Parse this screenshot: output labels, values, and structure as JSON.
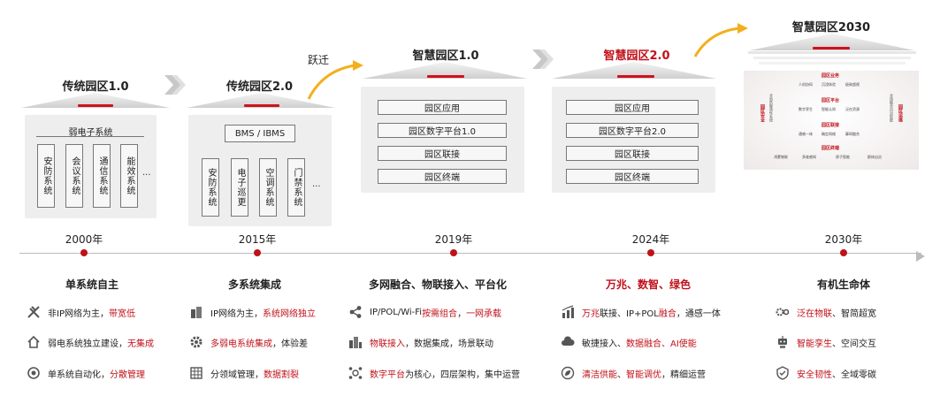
{
  "stages": [
    {
      "title": "传统园区1.0",
      "year": "2000年",
      "red": false
    },
    {
      "title": "传统园区2.0",
      "year": "2015年",
      "red": false
    },
    {
      "title": "智慧园区1.0",
      "year": "2019年",
      "red": false
    },
    {
      "title": "智慧园区2.0",
      "year": "2024年",
      "red": true
    },
    {
      "title": "智慧园区2030",
      "year": "2030年",
      "red": false
    }
  ],
  "leap_label": "跃迁",
  "panel1": {
    "heading": "弱电子系统",
    "systems": [
      "安防系统",
      "会议系统",
      "通信系统",
      "能效系统"
    ],
    "ellipsis": "..."
  },
  "panel2": {
    "heading": "BMS / IBMS",
    "systems": [
      "安防系统",
      "电子巡更",
      "空调系统",
      "门禁系统"
    ],
    "ellipsis": "..."
  },
  "panel3": {
    "layers": [
      "园区应用",
      "园区数字平台1.0",
      "园区联接",
      "园区终端"
    ]
  },
  "panel4": {
    "layers": [
      "园区应用",
      "园区数字平台2.0",
      "园区联接",
      "园区终端"
    ]
  },
  "panel5": {
    "layers": [
      {
        "title": "园区业务",
        "items": [
          "人机协同",
          "沉浸体验",
          "极致超视"
        ]
      },
      {
        "title": "园区平台",
        "items": [
          "数字孪生",
          "智能认知",
          "泛在资源"
        ]
      },
      {
        "title": "园区联接",
        "items": [
          "通感一体",
          "确定网络",
          "算网融合"
        ]
      },
      {
        "title": "园区终端",
        "items": [
          "鸿蒙物联",
          "多维感知",
          "原子智能",
          "群体自治"
        ]
      }
    ],
    "left_title": "园区安全",
    "left_sub": "全局防御韧性系统",
    "right_title": "园区运维",
    "right_sub": "全栈融合自治智能"
  },
  "features": [
    {
      "title": "单系统自主",
      "red": false,
      "rows": [
        {
          "icon": "tools-icon",
          "parts": [
            {
              "t": "非IP网络为主，",
              "red": false
            },
            {
              "t": "带宽低",
              "red": true
            }
          ]
        },
        {
          "icon": "home-icon",
          "parts": [
            {
              "t": "弱电系统独立建设，",
              "red": false
            },
            {
              "t": "无集成",
              "red": true
            }
          ]
        },
        {
          "icon": "automation-icon",
          "parts": [
            {
              "t": "单系统自动化，",
              "red": false
            },
            {
              "t": "分散管理",
              "red": true
            }
          ]
        }
      ]
    },
    {
      "title": "多系统集成",
      "red": false,
      "rows": [
        {
          "icon": "building-icon",
          "parts": [
            {
              "t": "IP网络为主，",
              "red": false
            },
            {
              "t": "系统网络独立",
              "red": true
            }
          ]
        },
        {
          "icon": "gear-icon",
          "parts": [
            {
              "t": "多弱电系统集成",
              "red": true
            },
            {
              "t": "，体验差",
              "red": false
            }
          ]
        },
        {
          "icon": "grid-icon",
          "parts": [
            {
              "t": "分领域管理，",
              "red": false
            },
            {
              "t": "数据割裂",
              "red": true
            }
          ]
        }
      ]
    },
    {
      "title": "多网融合、物联接入、平台化",
      "red": false,
      "rows": [
        {
          "icon": "share-icon",
          "parts": [
            {
              "t": "IP/POL/Wi-Fi",
              "red": false
            },
            {
              "t": "按需组合",
              "red": true
            },
            {
              "t": "，",
              "red": false
            },
            {
              "t": "一网承载",
              "red": true
            }
          ]
        },
        {
          "icon": "city-icon",
          "parts": [
            {
              "t": "物联接入",
              "red": true
            },
            {
              "t": "，数据集成，场景联动",
              "red": false
            }
          ]
        },
        {
          "icon": "network-icon",
          "parts": [
            {
              "t": "数字平台",
              "red": true
            },
            {
              "t": "为核心，四层架构，集中运营",
              "red": false
            }
          ]
        }
      ]
    },
    {
      "title": "万兆、数智、绿色",
      "red": true,
      "rows": [
        {
          "icon": "bar-chart-icon",
          "parts": [
            {
              "t": "万兆",
              "red": true
            },
            {
              "t": "联接、IP+POL",
              "red": false
            },
            {
              "t": "融合",
              "red": true
            },
            {
              "t": "，通感一体",
              "red": false
            }
          ]
        },
        {
          "icon": "cloud-icon",
          "parts": [
            {
              "t": "敏捷接入、",
              "red": false
            },
            {
              "t": "数据融合、AI使能",
              "red": true
            }
          ]
        },
        {
          "icon": "leaf-icon",
          "parts": [
            {
              "t": "清洁供能",
              "red": true
            },
            {
              "t": "、",
              "red": false
            },
            {
              "t": "智能调优",
              "red": true
            },
            {
              "t": "，精细运营",
              "red": false
            }
          ]
        }
      ]
    },
    {
      "title": "有机生命体",
      "red": false,
      "rows": [
        {
          "icon": "gears-icon",
          "parts": [
            {
              "t": "泛在物联",
              "red": true
            },
            {
              "t": "、智简超宽",
              "red": false
            }
          ]
        },
        {
          "icon": "robot-icon",
          "parts": [
            {
              "t": "智能孪生",
              "red": true
            },
            {
              "t": "、空间交互",
              "red": false
            }
          ]
        },
        {
          "icon": "shield-icon",
          "parts": [
            {
              "t": "安全韧性",
              "red": true
            },
            {
              "t": "、全域零碳",
              "red": false
            }
          ]
        }
      ]
    }
  ]
}
